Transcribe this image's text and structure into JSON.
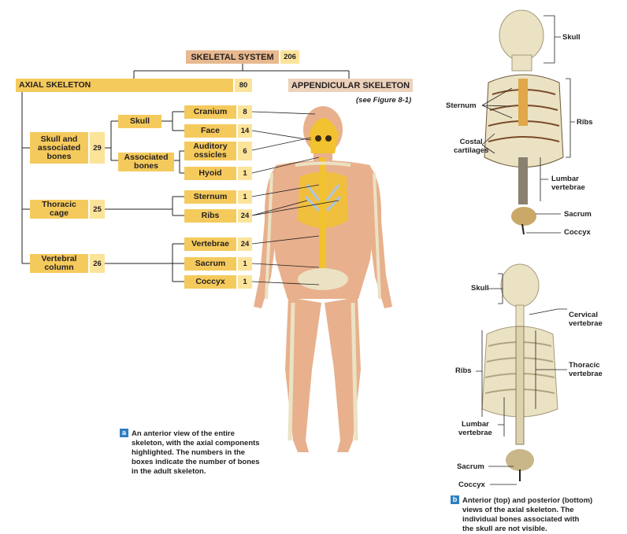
{
  "diagram": {
    "root": {
      "label": "SKELETAL SYSTEM",
      "count": "206"
    },
    "axial": {
      "label": "AXIAL SKELETON",
      "count": "80"
    },
    "appendicular": {
      "label": "APPENDICULAR SKELETON",
      "note": "(see Figure 8-1)"
    },
    "groups": {
      "skull_assoc": {
        "label_line1": "Skull and",
        "label_line2": "associated",
        "label_line3": "bones",
        "count": "29"
      },
      "thoracic": {
        "label_line1": "Thoracic",
        "label_line2": "cage",
        "count": "25"
      },
      "vertebral": {
        "label_line1": "Vertebral",
        "label_line2": "column",
        "count": "26"
      }
    },
    "subgroups": {
      "skull": {
        "label": "Skull"
      },
      "associated": {
        "label_line1": "Associated",
        "label_line2": "bones"
      }
    },
    "leaves": {
      "cranium": {
        "label": "Cranium",
        "count": "8"
      },
      "face": {
        "label": "Face",
        "count": "14"
      },
      "auditory": {
        "label_line1": "Auditory",
        "label_line2": "ossicles",
        "count": "6"
      },
      "hyoid": {
        "label": "Hyoid",
        "count": "1"
      },
      "sternum": {
        "label": "Sternum",
        "count": "1"
      },
      "ribs": {
        "label": "Ribs",
        "count": "24"
      },
      "vertebrae": {
        "label": "Vertebrae",
        "count": "24"
      },
      "sacrum": {
        "label": "Sacrum",
        "count": "1"
      },
      "coccyx": {
        "label": "Coccyx",
        "count": "1"
      }
    }
  },
  "caption_a": {
    "badge": "a",
    "lines": [
      "An anterior view of the entire",
      "skeleton, with the axial components",
      "highlighted. The numbers in the",
      "boxes indicate the number of bones",
      "in the adult skeleton."
    ]
  },
  "caption_b": {
    "badge": "b",
    "lines": [
      "Anterior (top) and posterior (bottom)",
      "views of the axial skeleton. The",
      "individual bones associated with",
      "the skull are not visible."
    ]
  },
  "anterior_labels": {
    "skull": "Skull",
    "sternum": "Sternum",
    "costal_1": "Costal",
    "costal_2": "cartilages",
    "ribs": "Ribs",
    "lumbar_1": "Lumbar",
    "lumbar_2": "vertebrae",
    "sacrum": "Sacrum",
    "coccyx": "Coccyx"
  },
  "posterior_labels": {
    "skull": "Skull",
    "cervical_1": "Cervical",
    "cervical_2": "vertebrae",
    "ribs": "Ribs",
    "thoracic_1": "Thoracic",
    "thoracic_2": "vertebrae",
    "lumbar_1": "Lumbar",
    "lumbar_2": "vertebrae",
    "sacrum": "Sacrum",
    "coccyx": "Coccyx"
  },
  "colors": {
    "box": "#f5ca5c",
    "number": "#fbe39a",
    "header": "#e7b98f",
    "skin": "#e8b08c",
    "bone": "#ebe2c4",
    "highlight": "#f2c230",
    "cartilage": "#a9c6e6"
  }
}
